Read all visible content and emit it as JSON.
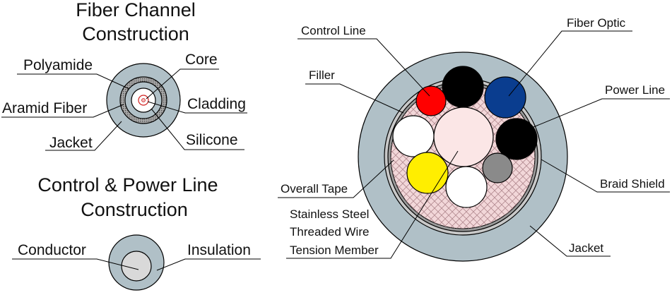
{
  "fiber_channel": {
    "title_line1": "Fiber Channel",
    "title_line2": "Construction",
    "labels": {
      "polyamide": "Polyamide",
      "core": "Core",
      "aramid_fiber": "Aramid Fiber",
      "cladding": "Cladding",
      "jacket": "Jacket",
      "silicone": "Silicone"
    }
  },
  "control_power": {
    "title_line1": "Control & Power Line",
    "title_line2": "Construction",
    "labels": {
      "conductor": "Conductor",
      "insulation": "Insulation"
    }
  },
  "main_cable": {
    "labels": {
      "control_line": "Control Line",
      "fiber_optic": "Fiber Optic",
      "filler": "Filler",
      "power_line": "Power Line",
      "overall_tape": "Overall Tape",
      "braid_shield": "Braid Shield",
      "tension_line1": "Stainless Steel",
      "tension_line2": "Threaded Wire",
      "tension_line3": "Tension Member",
      "jacket": "Jacket"
    }
  },
  "colors": {
    "jacket": "#b0c0c7",
    "braid": "#c8c8c8",
    "tape": "#9a9a9a",
    "filler": "#f2d7d9",
    "control_line": "#ff0000",
    "fiber_optic": "#0a3d8f",
    "power_line": "#000000",
    "yellow_conductor": "#ffee00",
    "grey_conductor": "#8a8a8a",
    "white_conductor": "#ffffff",
    "tension_member": "#fbe6e6",
    "conductor_core": "#d9d9d9",
    "aramid": "#7a7a7a"
  }
}
